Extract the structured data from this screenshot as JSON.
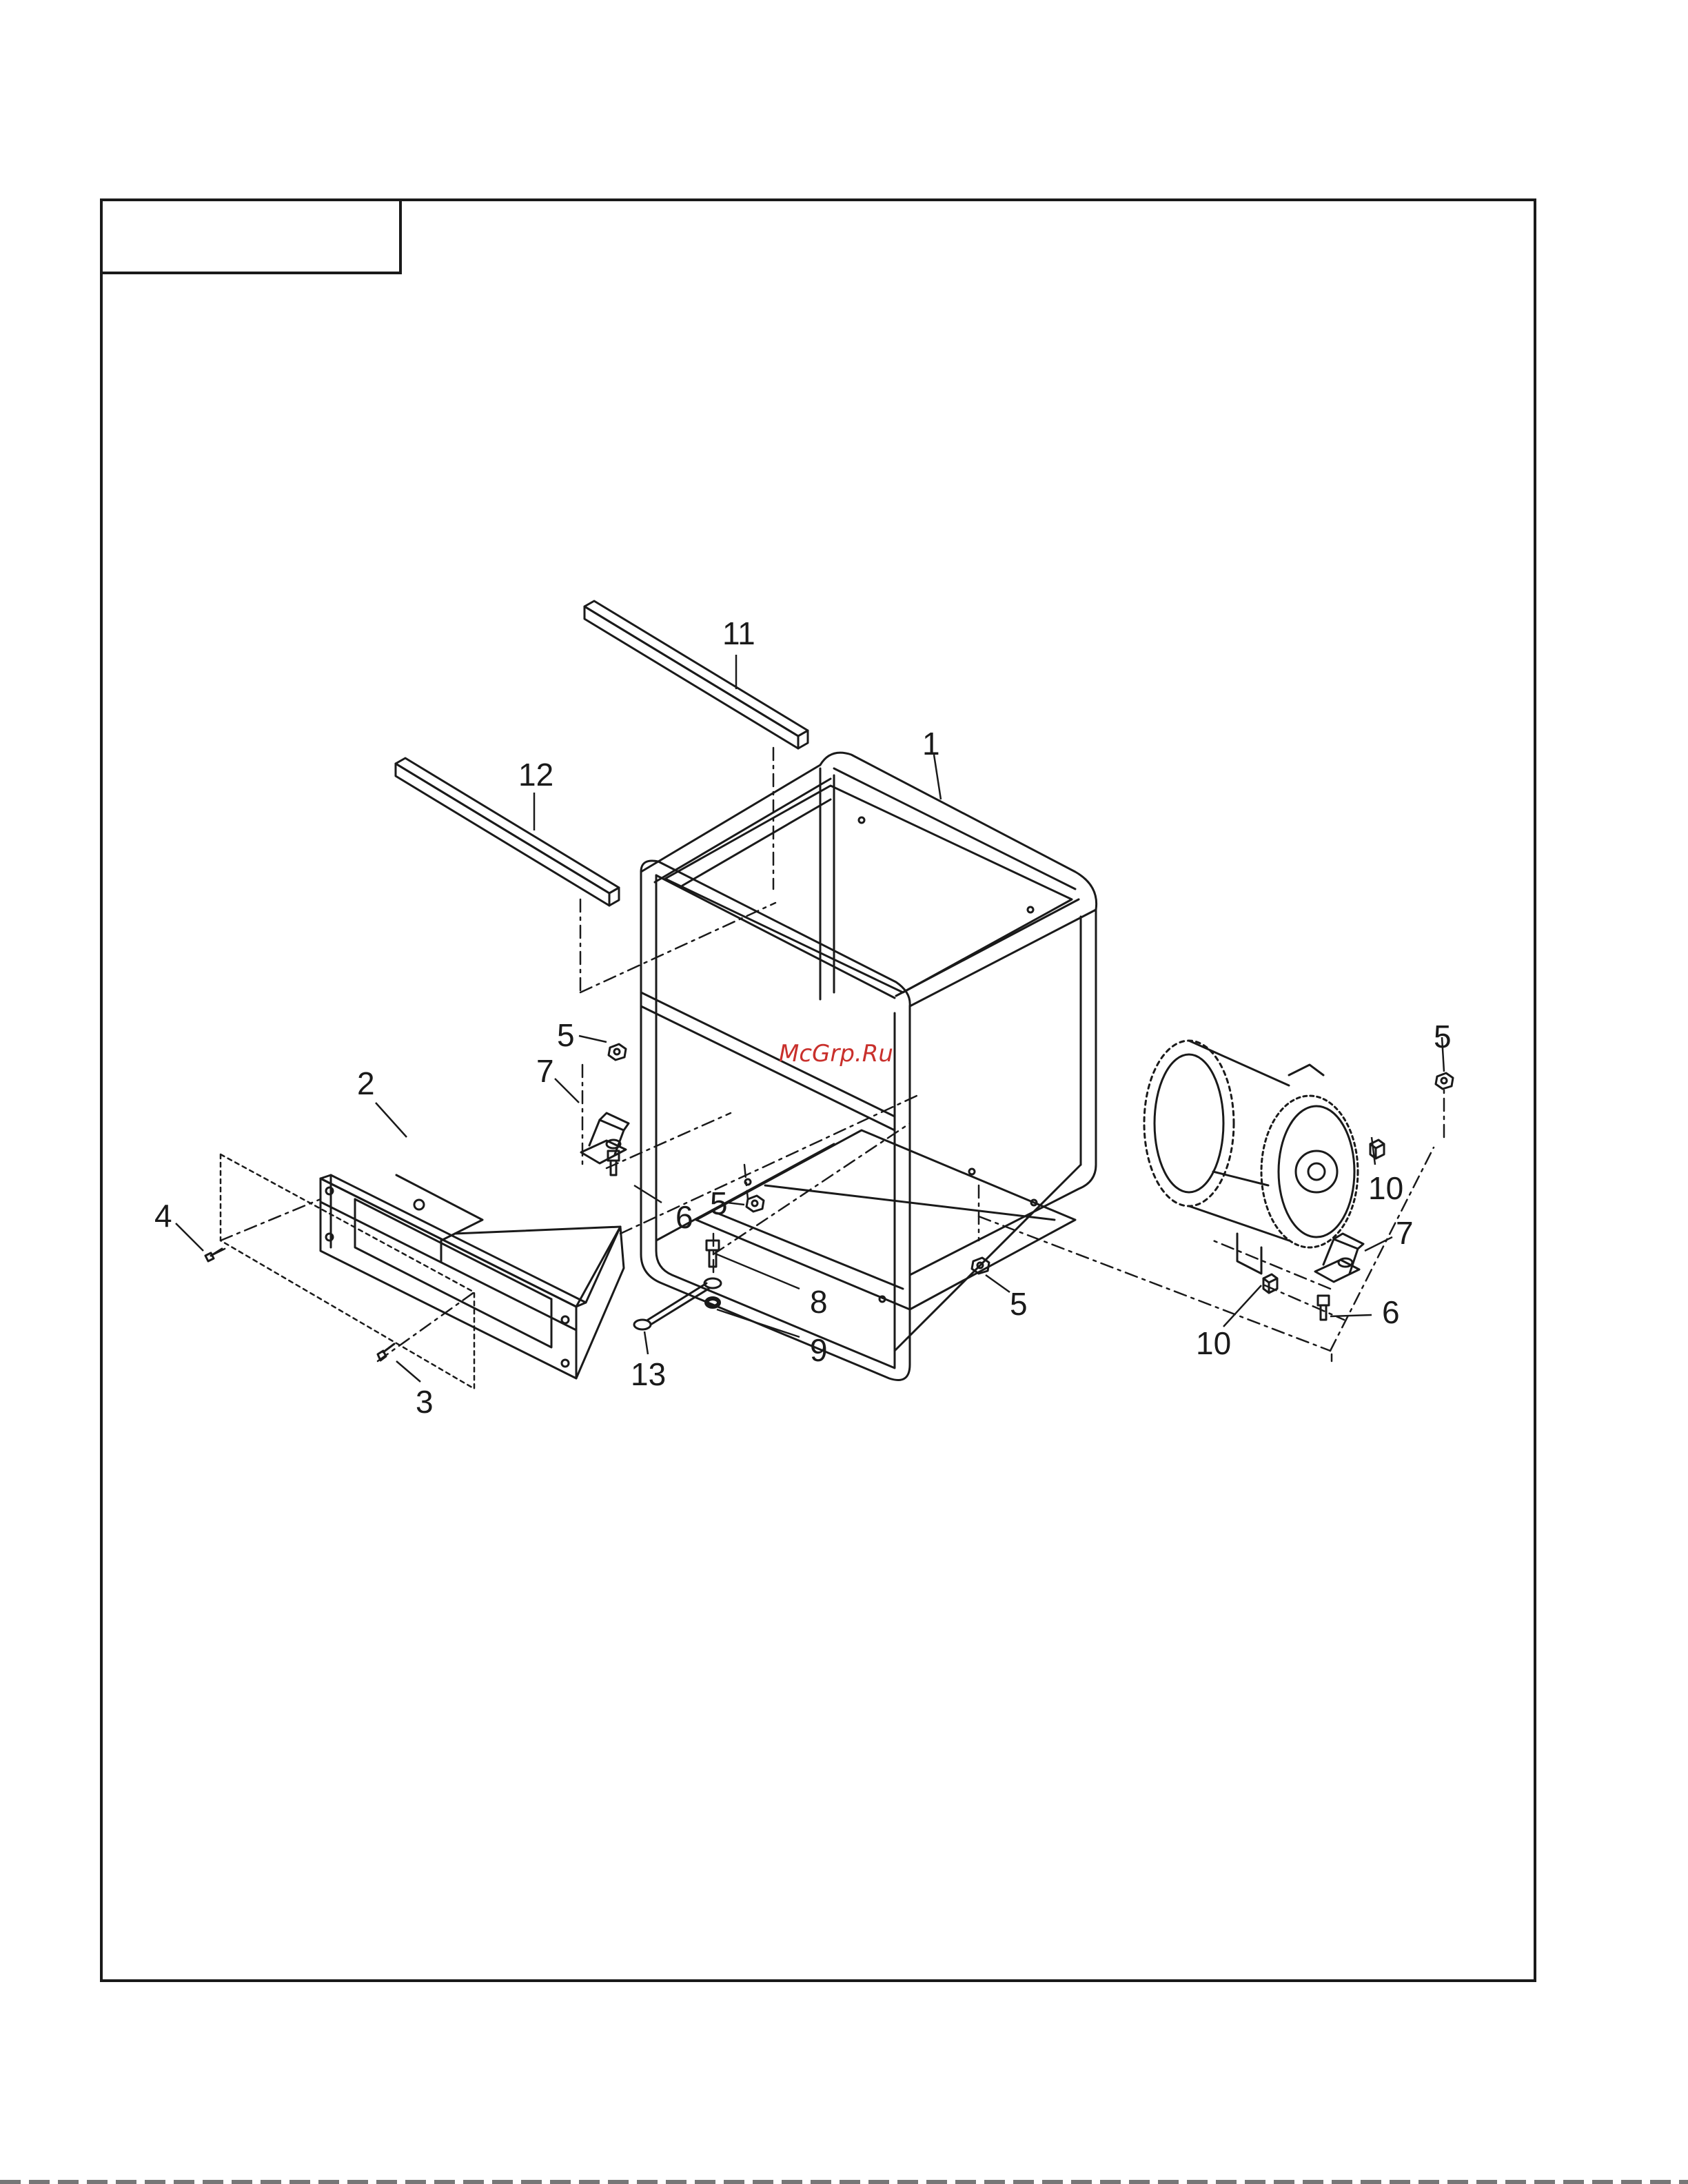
{
  "title_box": {
    "text": ""
  },
  "callouts": [
    {
      "id": "label-1",
      "text": "1"
    },
    {
      "id": "label-2",
      "text": "2"
    },
    {
      "id": "label-3",
      "text": "3"
    },
    {
      "id": "label-4",
      "text": "4"
    },
    {
      "id": "label-5a",
      "text": "5"
    },
    {
      "id": "label-5b",
      "text": "5"
    },
    {
      "id": "label-5c",
      "text": "5"
    },
    {
      "id": "label-5d",
      "text": "5"
    },
    {
      "id": "label-6a",
      "text": "6"
    },
    {
      "id": "label-6b",
      "text": "6"
    },
    {
      "id": "label-7a",
      "text": "7"
    },
    {
      "id": "label-7b",
      "text": "7"
    },
    {
      "id": "label-8",
      "text": "8"
    },
    {
      "id": "label-9",
      "text": "9"
    },
    {
      "id": "label-10a",
      "text": "10"
    },
    {
      "id": "label-10b",
      "text": "10"
    },
    {
      "id": "label-11",
      "text": "11"
    },
    {
      "id": "label-12",
      "text": "12"
    },
    {
      "id": "label-13",
      "text": "13"
    }
  ],
  "watermark": "McGrp.Ru"
}
